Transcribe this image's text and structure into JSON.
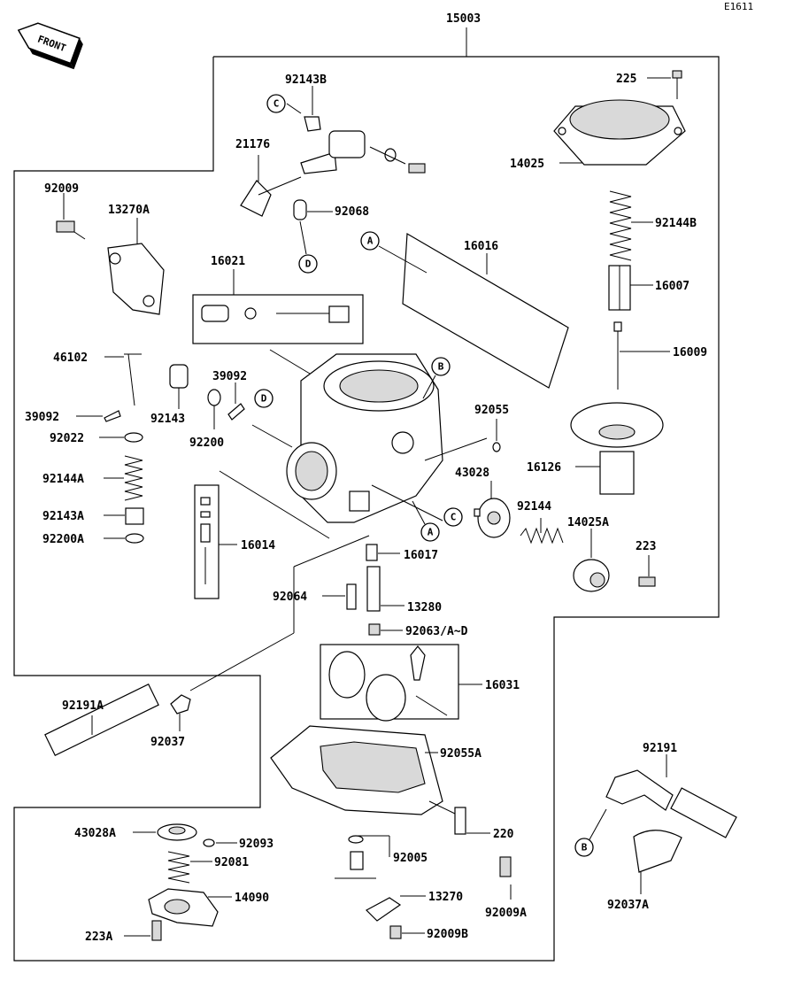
{
  "diagram_code": "E1611",
  "front_label": "FRONT",
  "assembly_number": "15003",
  "parts": [
    "225",
    "14025",
    "92144B",
    "16007",
    "16009",
    "16126",
    "92144",
    "14025A",
    "223",
    "92143B",
    "21176",
    "92068",
    "16016",
    "92009",
    "13270A",
    "16021",
    "46102",
    "39092",
    "92143",
    "39092",
    "92200",
    "92022",
    "92144A",
    "92143A",
    "92200A",
    "16014",
    "92055",
    "43028",
    "16017",
    "92064",
    "13280",
    "92063/A~D",
    "16031",
    "92191A",
    "92037",
    "92055A",
    "92191",
    "43028A",
    "92093",
    "92081",
    "14090",
    "223A",
    "92005",
    "220",
    "13270",
    "92009A",
    "92009B",
    "92037A"
  ],
  "callouts": [
    "A",
    "A",
    "B",
    "B",
    "C",
    "C",
    "D",
    "D"
  ]
}
